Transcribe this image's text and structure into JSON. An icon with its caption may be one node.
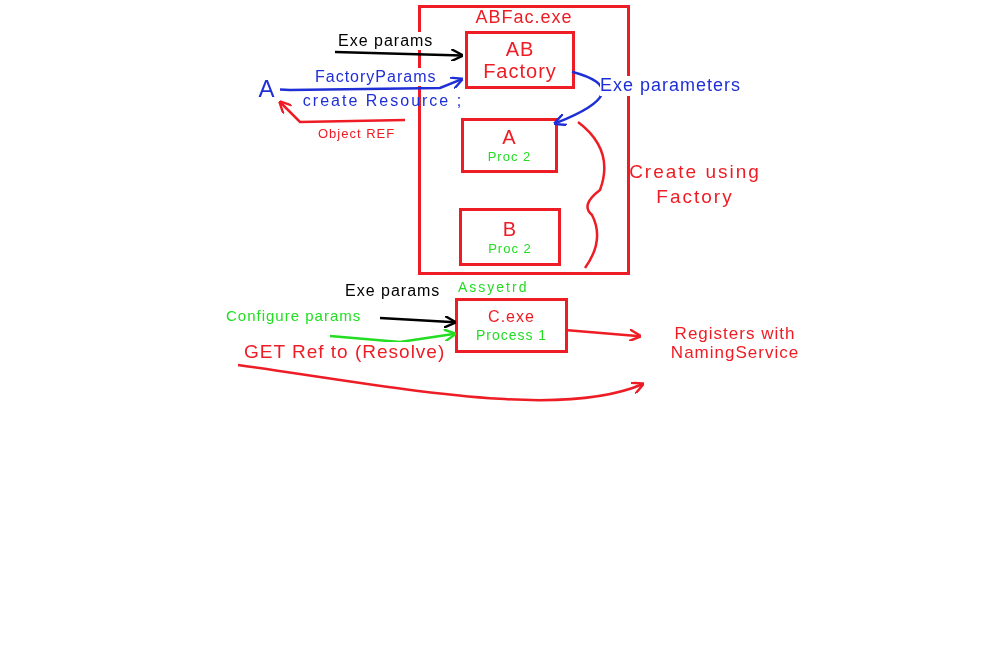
{
  "diagram": {
    "nodes": [
      {
        "text": [
          "ABFac.exe"
        ]
      },
      {
        "text": [
          "AB Factory"
        ],
        "in": 0
      },
      {
        "text": [
          "A",
          "Proc 2"
        ],
        "in": 0
      },
      {
        "text": [
          "B",
          "Proc 2"
        ],
        "in": 0
      },
      {
        "text": [
          "A"
        ]
      },
      {
        "text": [
          "C.exe",
          "Process 1"
        ],
        "beside": [
          "Assyetrd"
        ]
      },
      {
        "text": [
          "Registers with NamingService"
        ]
      }
    ],
    "edges": [
      {
        "from": null,
        "to": 1,
        "arrow": "to",
        "label": "Exe params",
        "color": "#000000"
      },
      {
        "from": 4,
        "to": 1,
        "arrow": "to",
        "label": "FactoryParams",
        "color": "#1f2fd6"
      },
      {
        "from": null,
        "to": 4,
        "arrow": "to",
        "label": "Object REF",
        "color": "#ee1c24"
      },
      {
        "from": 1,
        "to": 2,
        "arrow": "to",
        "label": "Exe parameters",
        "color": "#1f2fd6"
      },
      {
        "from": null,
        "to": 5,
        "arrow": "to",
        "label": "Exe params",
        "color": "#000000"
      },
      {
        "from": null,
        "to": 5,
        "arrow": "to",
        "label": "Configure params",
        "color": "#22dd22"
      },
      {
        "from": 5,
        "to": 6,
        "arrow": "to",
        "color": "#ee1c24"
      },
      {
        "from": null,
        "to": 6,
        "arrow": "to",
        "label": "GET Ref to (Resolve)",
        "color": "#ee1c24"
      }
    ],
    "labels": [
      "create Resource ;",
      "Create using Factory"
    ]
  }
}
